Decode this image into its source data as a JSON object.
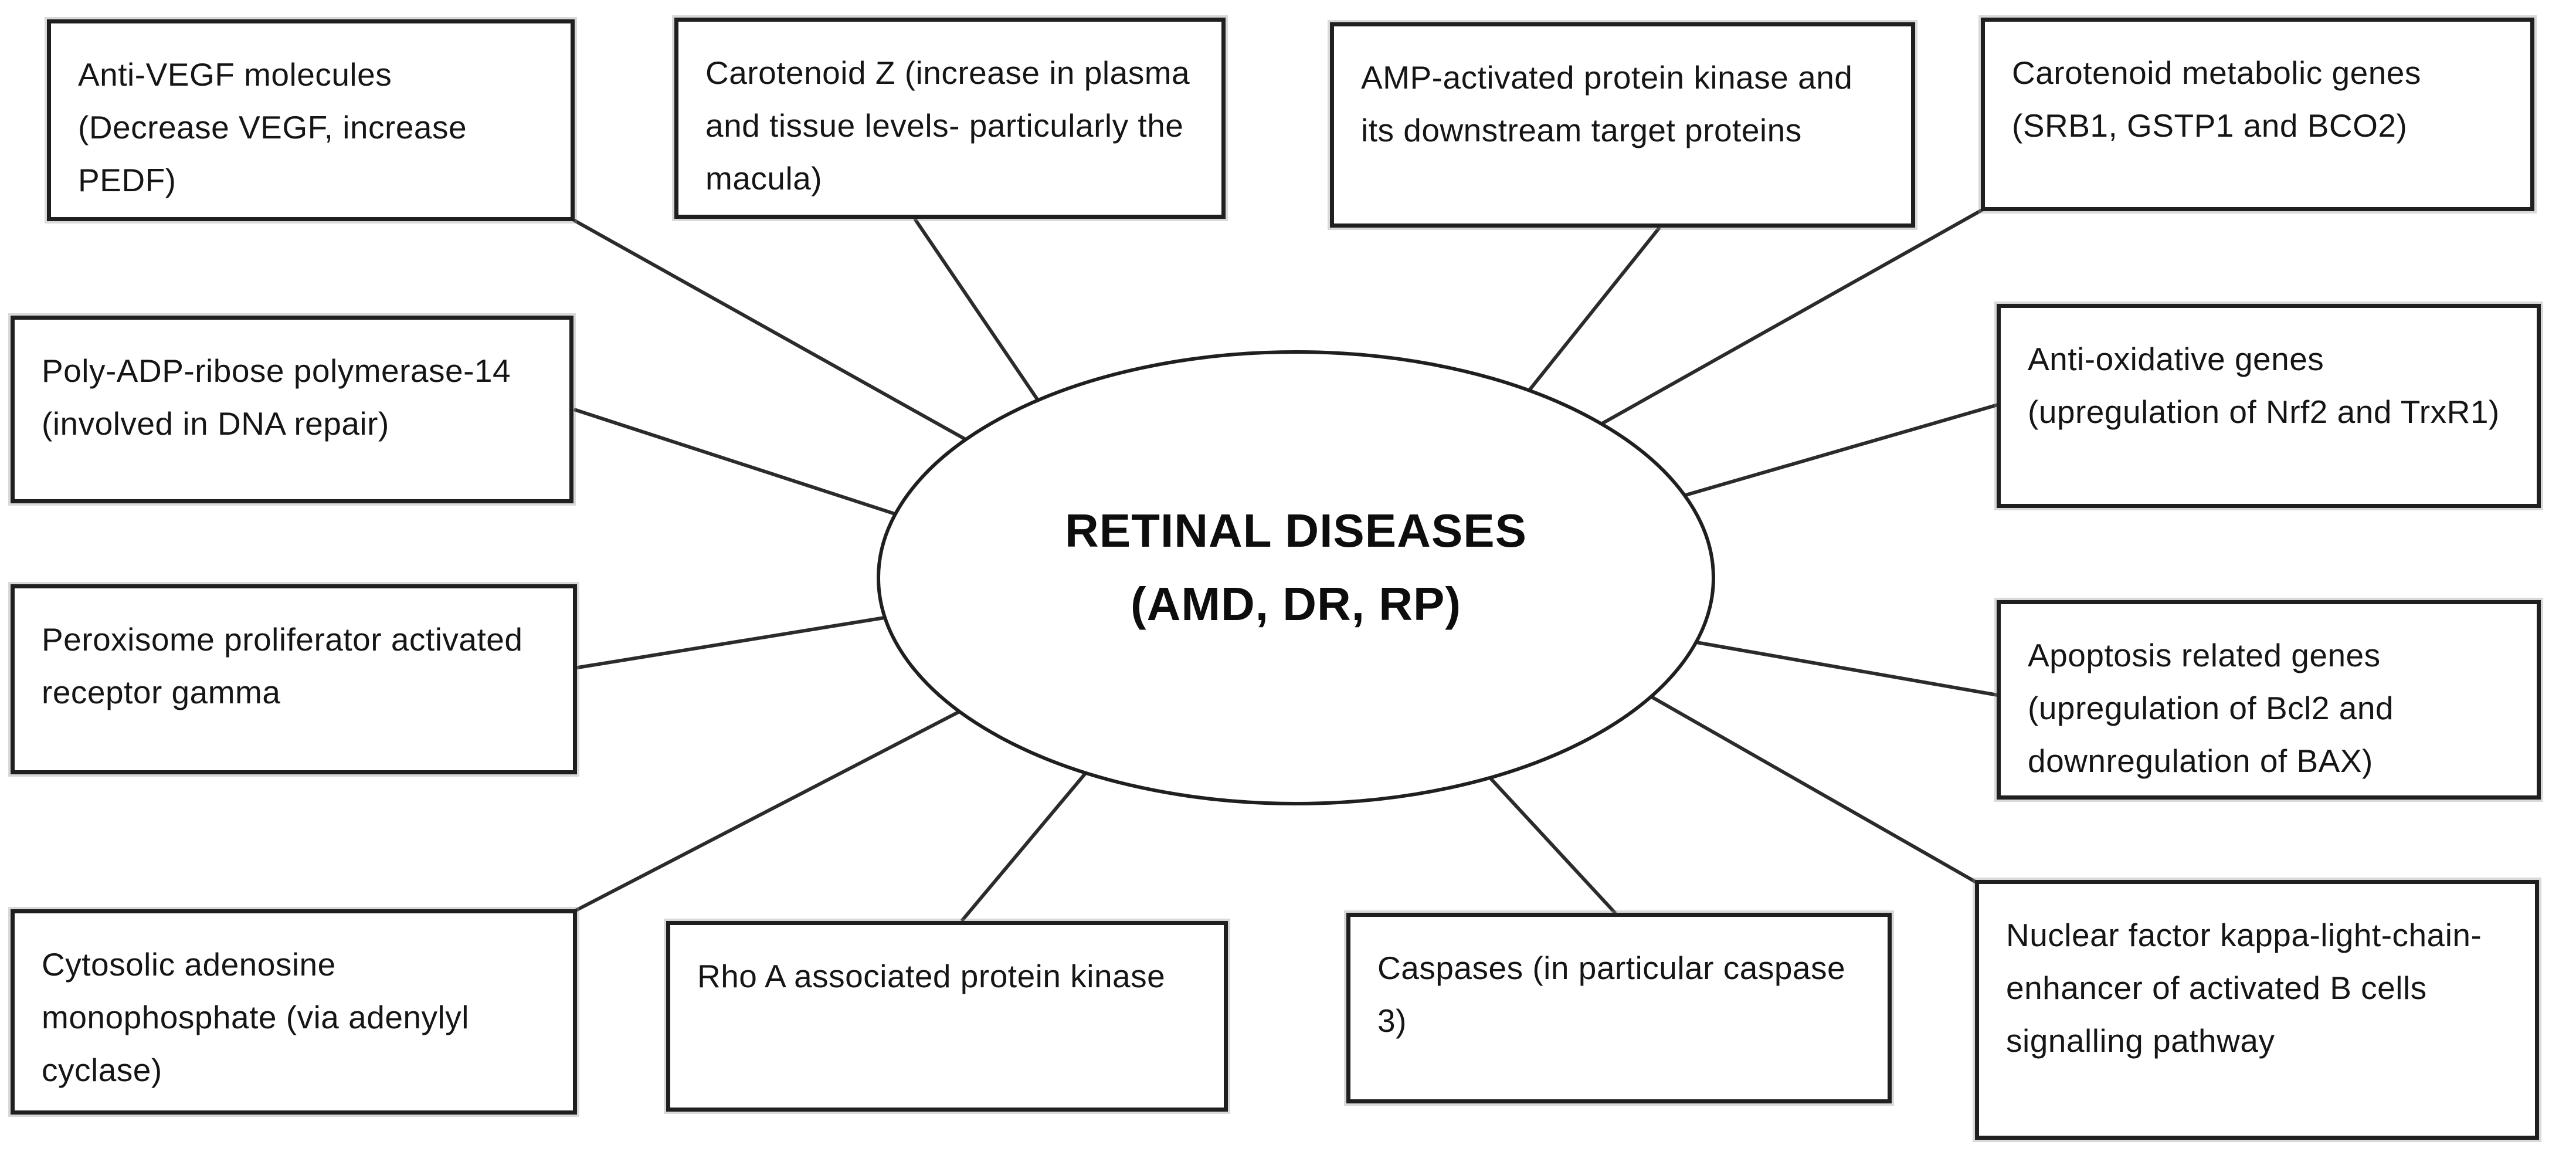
{
  "diagram": {
    "center": {
      "title_line1": "RETINAL DISEASES",
      "title_line2": "(AMD, DR, RP)"
    },
    "boxes": [
      {
        "id": "anti-vegf-molecules",
        "text": "Anti-VEGF molecules (Decrease VEGF, increase PEDF)"
      },
      {
        "id": "carotenoid-z",
        "text": "Carotenoid Z (increase in plasma and tissue levels- particularly the macula)"
      },
      {
        "id": "amp-activated-kinase",
        "text": "AMP-activated protein kinase and its downstream target proteins"
      },
      {
        "id": "carotenoid-metabolic-genes",
        "text": "Carotenoid metabolic genes (SRB1, GSTP1 and BCO2)"
      },
      {
        "id": "anti-oxidative-genes",
        "text": "Anti-oxidative genes (upregulation of Nrf2 and TrxR1)"
      },
      {
        "id": "poly-adp-ribose",
        "text": "Poly-ADP-ribose polymerase-14 (involved in DNA repair)"
      },
      {
        "id": "ppar-gamma",
        "text": "Peroxisome proliferator activated receptor gamma"
      },
      {
        "id": "apoptosis-related-genes",
        "text": "Apoptosis related genes (upregulation of Bcl2 and downregulation of BAX)"
      },
      {
        "id": "cytosolic-amp",
        "text": "Cytosolic adenosine monophosphate (via adenylyl cyclase)"
      },
      {
        "id": "rho-a-kinase",
        "text": "Rho A associated protein kinase"
      },
      {
        "id": "caspases",
        "text": "Caspases (in particular caspase 3)"
      },
      {
        "id": "nf-kb-pathway",
        "text": "Nuclear factor kappa-light-chain-enhancer of activated B cells signalling pathway"
      }
    ],
    "colors": {
      "background": "#ffffff",
      "box_border": "#1f1f1f",
      "box_shadow": "#919191",
      "connector_line": "#2b2b2b",
      "text": "#151515"
    }
  }
}
